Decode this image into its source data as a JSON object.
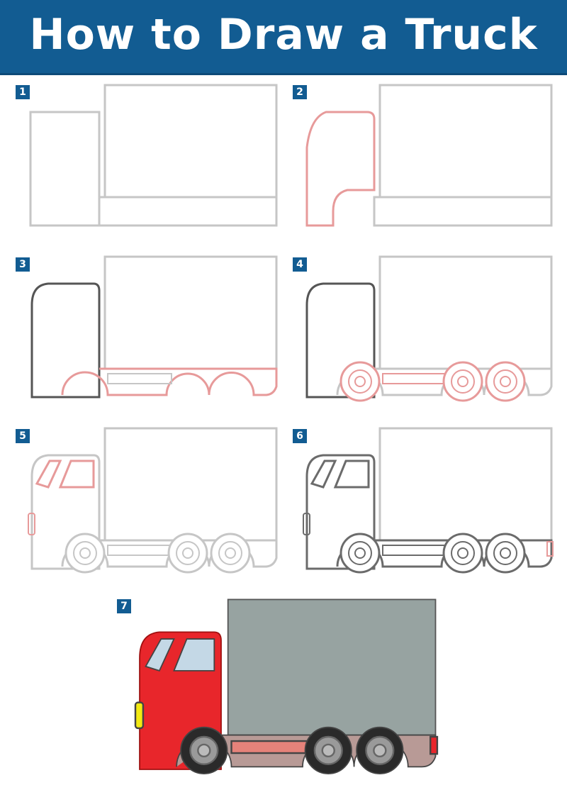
{
  "title": "How to Draw a Truck",
  "steps": [
    {
      "label": "1"
    },
    {
      "label": "2"
    },
    {
      "label": "3"
    },
    {
      "label": "4"
    },
    {
      "label": "5"
    },
    {
      "label": "6"
    },
    {
      "label": "7"
    }
  ],
  "colors": {
    "header": "#125c92",
    "new_stroke": "#e79a9a",
    "old_stroke": "#c6c6c6",
    "cab": "#e8262b",
    "window": "#c4d8e6",
    "cargo": "#97a3a1",
    "chassis": "#b89a96",
    "tire": "#2a2a2a",
    "hub": "#9a9a9a",
    "headlight": "#f3ea12"
  }
}
